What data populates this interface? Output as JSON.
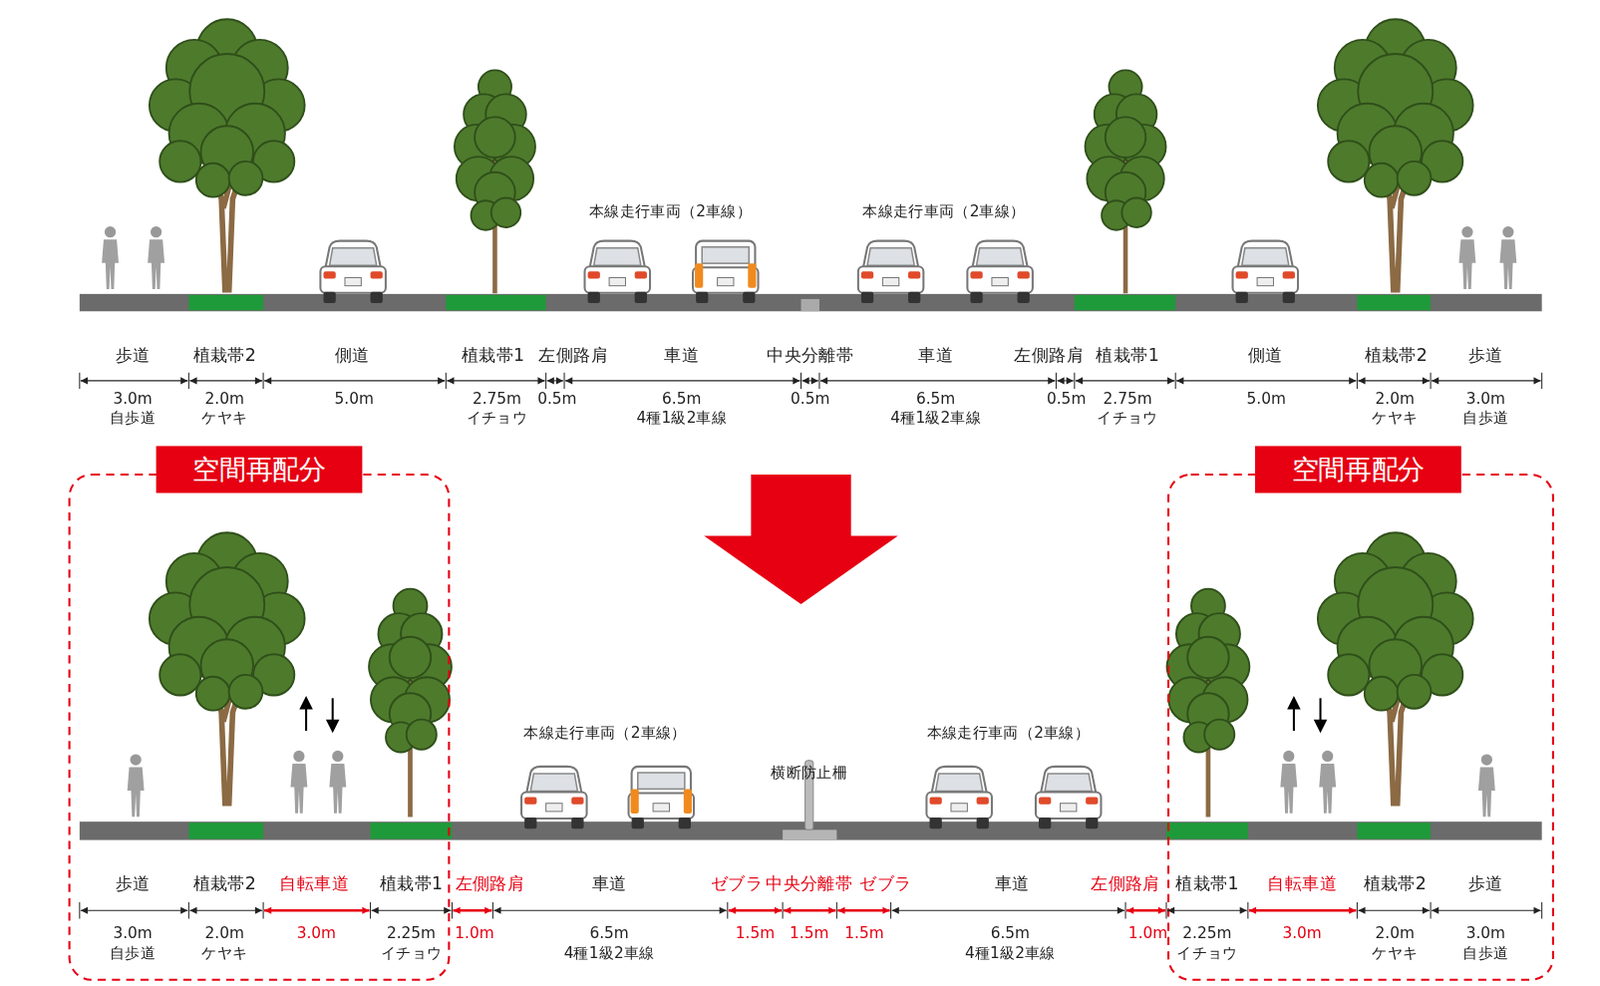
{
  "diagram": {
    "nodes": [
      {
        "text": [
          "空間再配分"
        ]
      },
      {
        "text": [
          "空間再配分"
        ]
      }
    ],
    "labels": [
      "本線走行車両（2車線）",
      "本線走行車両（2車線）",
      "歩道",
      "植栽帯2",
      "側道",
      "植栽帯1",
      "左側路肩",
      "車道",
      "中央分離帯",
      "車道",
      "左側路肩",
      "植栽帯1",
      "側道",
      "植栽帯2",
      "歩道",
      "3.0m",
      "自歩道",
      "2.0m",
      "ケヤキ",
      "5.0m",
      "2.75m",
      "イチョウ",
      "0.5m",
      "6.5m",
      "4種1級2車線",
      "0.5m",
      "6.5m",
      "4種1級2車線",
      "0.5m",
      "2.75m",
      "イチョウ",
      "5.0m",
      "2.0m",
      "ケヤキ",
      "3.0m",
      "自歩道",
      "本線走行車両（2車線）",
      "本線走行車両（2車線）",
      "横断防止柵",
      "歩道",
      "植栽帯2",
      "自転車道",
      "植栽帯1",
      "左側路肩",
      "車道",
      "ゼブラ",
      "中央分離帯",
      "ゼブラ",
      "車道",
      "左側路肩",
      "植栽帯1",
      "自転車道",
      "植栽帯2",
      "歩道",
      "3.0m",
      "自歩道",
      "2.0m",
      "ケヤキ",
      "3.0m",
      "2.25m",
      "イチョウ",
      "1.0m",
      "6.5m",
      "4種1級2車線",
      "1.5m",
      "1.5m",
      "1.5m",
      "6.5m",
      "4種1級2車線",
      "1.0m",
      "2.25m",
      "イチョウ",
      "3.0m",
      "2.0m",
      "ケヤキ",
      "3.0m",
      "自歩道"
    ]
  }
}
